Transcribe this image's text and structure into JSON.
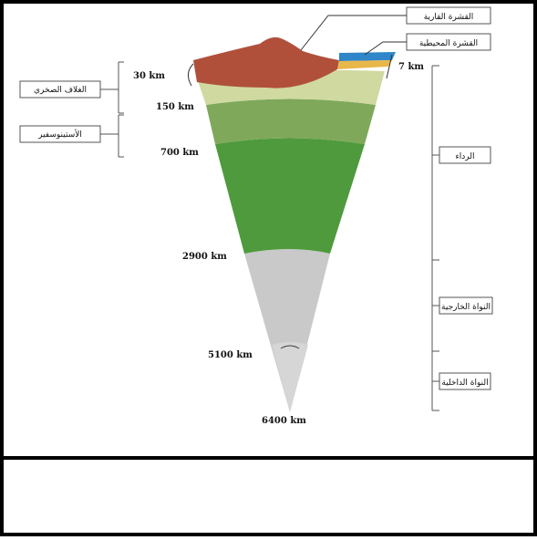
{
  "diagram": {
    "layers": {
      "continental_crust": {
        "label": "القشرة القارية",
        "color": "#b0503b"
      },
      "oceanic_crust": {
        "label": "القشرة المحيطية",
        "color": "#2f86c8"
      },
      "lithosphere": {
        "label": "الغلاف الصخري",
        "color": "#cfd9a0"
      },
      "asthenosphere": {
        "label": "الأستينوسفير",
        "color": "#a9c27f"
      },
      "mantle": {
        "label": "الرداء",
        "color": "#4e9a3c"
      },
      "outer_core": {
        "label": "النواة الخارجية",
        "color": "#c9c9c9"
      },
      "inner_core": {
        "label": "النواة الداخلية",
        "color": "#d6d6d6"
      }
    },
    "depths": {
      "d30": "30 km",
      "d7": "7 km",
      "d150": "150 km",
      "d700": "700 km",
      "d2900": "2900 km",
      "d5100": "5100 km",
      "d6400": "6400 km"
    },
    "colors": {
      "transition_zone": "#7fa85a",
      "oceanic_sediment": "#e8b74a",
      "border": "#000000"
    }
  }
}
